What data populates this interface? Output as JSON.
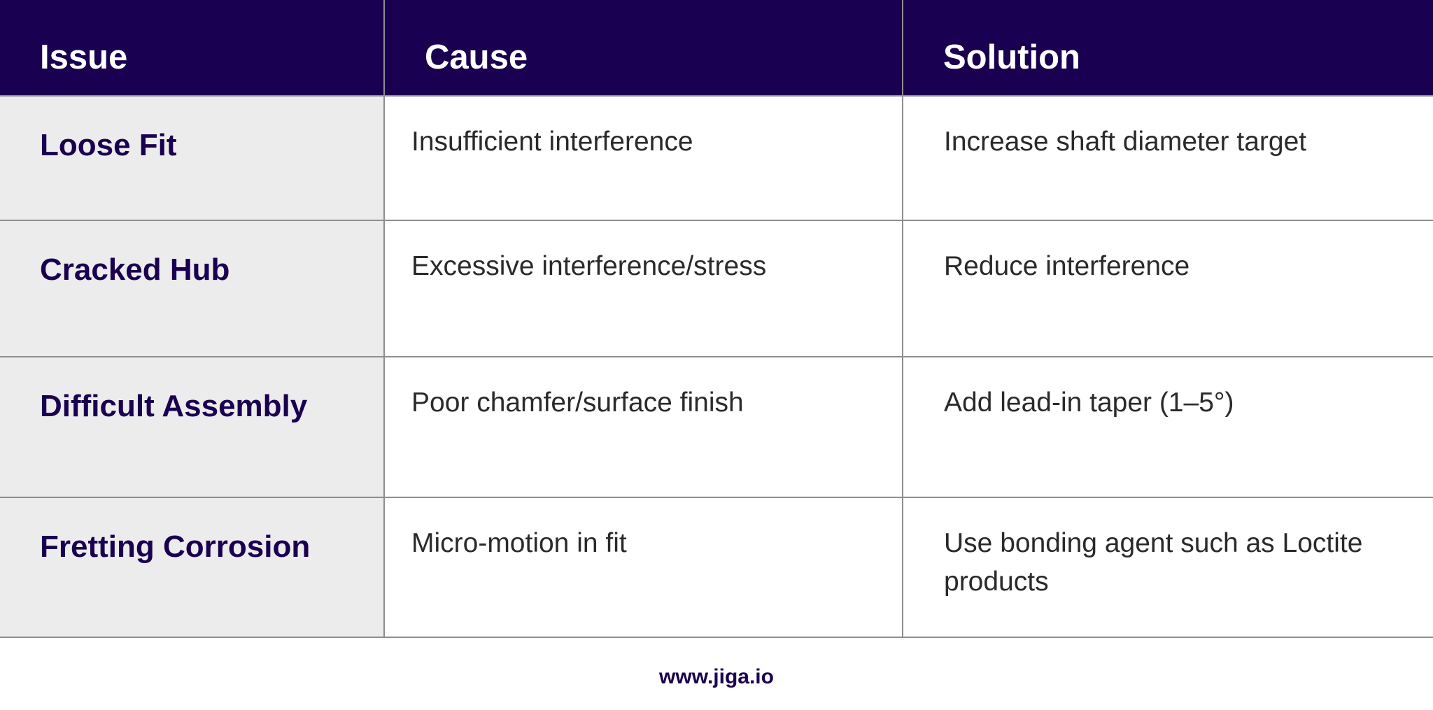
{
  "table": {
    "headers": [
      "Issue",
      "Cause",
      "Solution"
    ],
    "rows": [
      {
        "issue": "Loose Fit",
        "cause": "Insufficient interference",
        "solution": "Increase shaft diameter target"
      },
      {
        "issue": "Cracked Hub",
        "cause": "Excessive interference/stress",
        "solution": "Reduce interference"
      },
      {
        "issue": "Difficult Assembly",
        "cause": "Poor chamfer/surface finish",
        "solution": "Add lead-in taper (1–5°)"
      },
      {
        "issue": "Fretting Corrosion",
        "cause": "Micro-motion in fit",
        "solution": "Use bonding agent such as Loctite products"
      }
    ]
  },
  "footer": {
    "url": "www.jiga.io"
  },
  "colors": {
    "header_bg": "#1a0050",
    "issue_bg": "#ececec",
    "accent_text": "#1a0050"
  }
}
